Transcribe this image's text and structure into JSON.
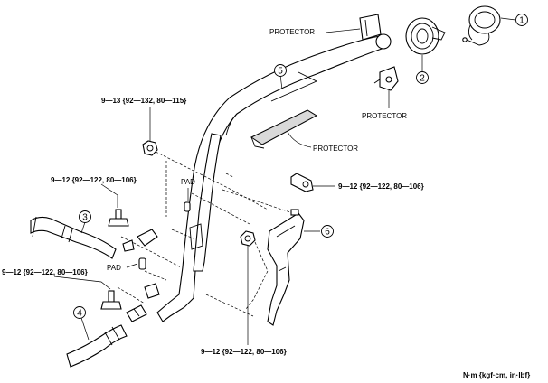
{
  "labels": {
    "protector_top": "PROTECTOR",
    "protector_right": "PROTECTOR",
    "protector_mid": "PROTECTOR",
    "pad_upper": "PAD",
    "pad_lower": "PAD",
    "torque_top": "9—13 {92—132, 80—115}",
    "torque_left_upper": "9—12 {92—122, 80—106}",
    "torque_left_lower": "9—12 {92—122, 80—106}",
    "torque_right": "9—12 {92—122, 80—106}",
    "torque_bottom": "9—12 {92—122, 80—106}",
    "units": "N·m {kgf·cm, in·lbf}"
  },
  "callouts": [
    "1",
    "2",
    "3",
    "4",
    "5",
    "6"
  ]
}
